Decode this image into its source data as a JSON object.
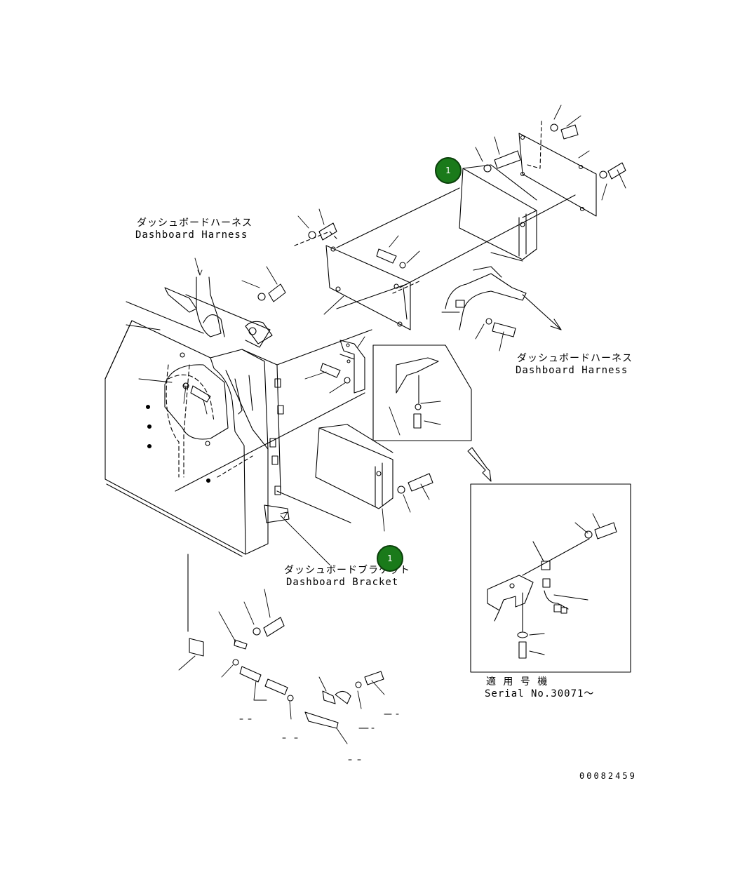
{
  "labels": {
    "harness_top_jp": "ダッシュボードハーネス",
    "harness_top_en": "Dashboard Harness",
    "harness_right_jp": "ダッシュボードハーネス",
    "harness_right_en": "Dashboard Harness",
    "bracket_jp": "ダッシュボードブラケット",
    "bracket_en": "Dashboard Bracket",
    "serial_jp": "適 用 号 機",
    "serial_en": "Serial No.30071～"
  },
  "callouts": [
    {
      "label": "1"
    },
    {
      "label": "1"
    }
  ],
  "figure_number": "00082459"
}
